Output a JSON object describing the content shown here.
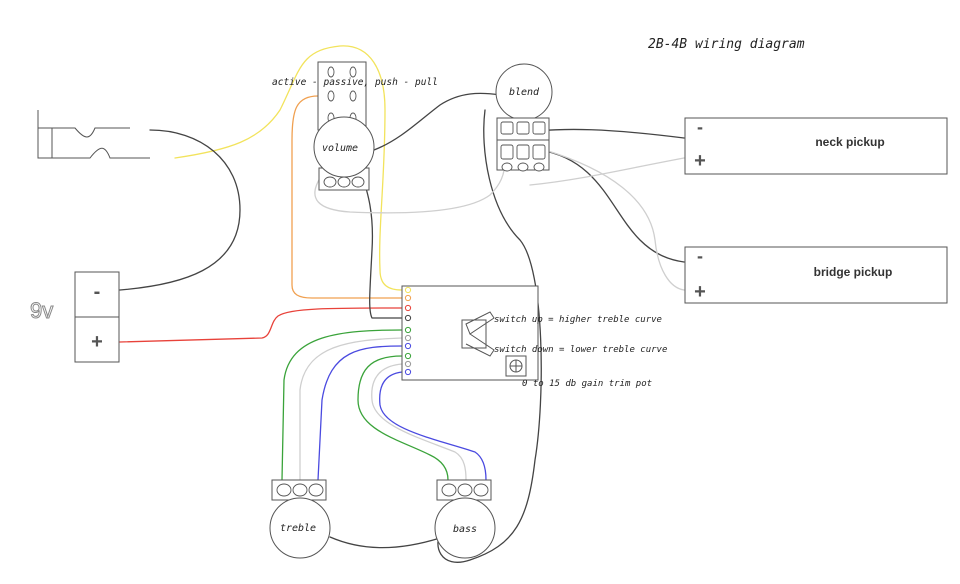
{
  "title": "2B-4B wiring diagram",
  "labels": {
    "switch": "active - passive, push - pull",
    "volume": "volume",
    "blend": "blend",
    "treble": "treble",
    "bass": "bass",
    "battery": "9v",
    "neck_pickup": "neck pickup",
    "bridge_pickup": "bridge pickup",
    "switch_up": "switch up = higher treble curve",
    "switch_down": "switch down = lower treble curve",
    "trim_pot": "0 to 15 db gain trim pot"
  },
  "symbols": {
    "minus": "-",
    "plus": "+"
  },
  "colors": {
    "black": "#444444",
    "yellow": "#f2e35c",
    "orange": "#f0a050",
    "red": "#e8423a",
    "green": "#3aa33a",
    "blue": "#4a4ae0",
    "grey": "#cfcfcf",
    "outline": "#555555"
  }
}
